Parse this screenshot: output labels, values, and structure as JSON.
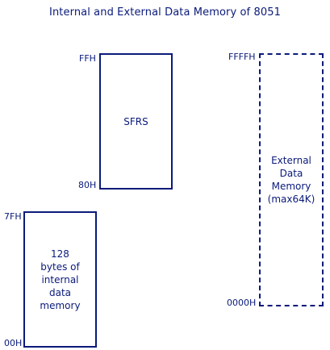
{
  "title": "Internal and External Data Memory of 8051",
  "sfr_block": {
    "label": "SFRS",
    "top_address": "FFH",
    "bottom_address": "80H"
  },
  "internal_block": {
    "label": "128\nbytes of\ninternal\ndata\nmemory",
    "top_address": "7FH",
    "bottom_address": "00H"
  },
  "external_block": {
    "label": "External\nData\nMemory\n(max64K)",
    "top_address": "FFFFH",
    "bottom_address": "0000H"
  },
  "colors": {
    "ink": "#0a1a7a"
  }
}
